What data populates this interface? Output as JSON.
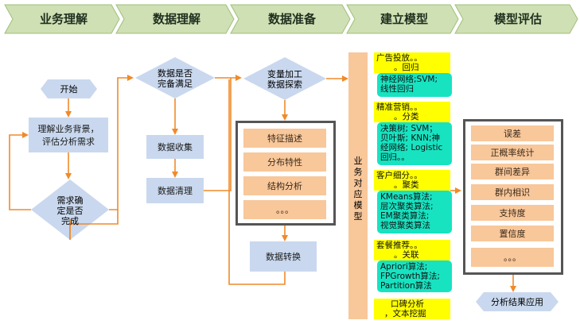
{
  "phases": [
    "业务理解",
    "数据理解",
    "数据准备",
    "建立模型",
    "模型评估"
  ],
  "col1": {
    "start": "开始",
    "understand": [
      "理解业务背景，",
      "评估分析需求"
    ],
    "decision": [
      "需求确",
      "定是否",
      "完成"
    ]
  },
  "col2": {
    "decision": [
      "数据是否",
      "完备满足"
    ],
    "collect": "数据收集",
    "clean": "数据清理"
  },
  "col3": {
    "processing": [
      "变量加工",
      "数据探索"
    ],
    "items": [
      "特征描述",
      "分布特性",
      "结构分析",
      "。。。"
    ],
    "transform": "数据转换"
  },
  "col4": {
    "center_label": "业务对应模型",
    "groups": [
      {
        "title": [
          "广告投放。。",
          "。回归"
        ],
        "models": [
          "神经网络;SVM;",
          "线性回归"
        ]
      },
      {
        "title": [
          "精准营销。。",
          "。分类"
        ],
        "models": [
          "决策树; SVM；",
          "贝叶斯; KNN;神",
          "经网络; Logistic",
          "回归。。"
        ]
      },
      {
        "title": [
          "客户细分。。",
          "。聚类"
        ],
        "models": [
          "KMeans算法;",
          "层次聚类算法;",
          "EM聚类算法;",
          "视觉聚类算法"
        ]
      },
      {
        "title": [
          "套餐推荐。。",
          "。关联"
        ],
        "models": [
          "Apriori算法;",
          "FPGrowth算法;",
          "Partition算法"
        ]
      },
      {
        "title": [
          "口碑分析",
          "，文本挖掘"
        ],
        "models": []
      }
    ]
  },
  "col5": {
    "metrics": [
      "误差",
      "正概率统计",
      "群间差异",
      "群内相识",
      "支持度",
      "置信度",
      "。。。"
    ],
    "final": "分析结果应用"
  },
  "colors": {
    "phase_fill": "#cfe0b4",
    "phase_stroke": "#9fbf7a",
    "arrow": "#f08a2a",
    "blue_box": "#c9d8ee",
    "orange_box": "#f8c79a",
    "yellow": "#ffff00",
    "cyan": "#17e3c1"
  }
}
